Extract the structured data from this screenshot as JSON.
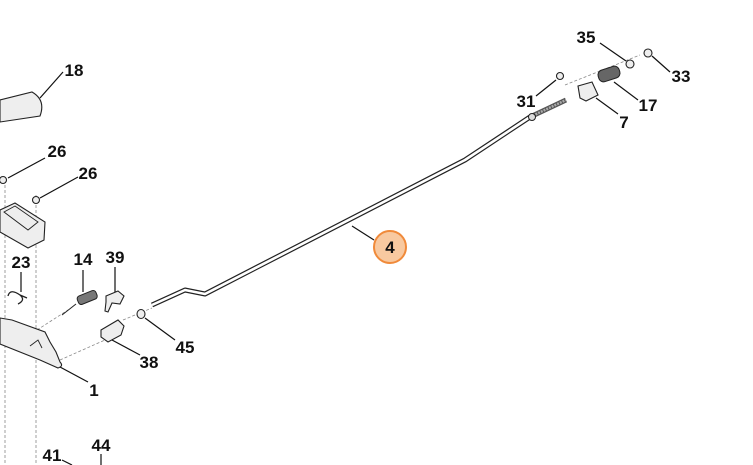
{
  "diagram": {
    "highlighted_part": "4",
    "accent_color": "#F5A05A",
    "labels": {
      "p18": "18",
      "p26a": "26",
      "p26b": "26",
      "p23": "23",
      "p14": "14",
      "p39": "39",
      "p45": "45",
      "p38": "38",
      "p1": "1",
      "p41": "41",
      "p44": "44",
      "p4": "4",
      "p31": "31",
      "p35": "35",
      "p33": "33",
      "p17": "17",
      "p7": "7"
    }
  }
}
